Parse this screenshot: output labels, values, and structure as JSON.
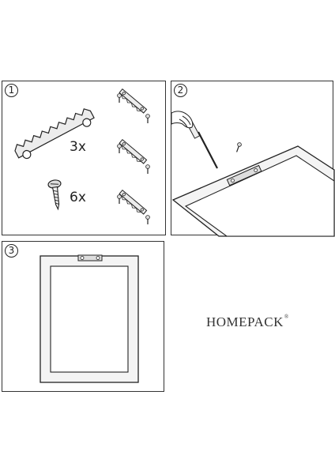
{
  "steps": [
    {
      "number": "1"
    },
    {
      "number": "2"
    },
    {
      "number": "3"
    }
  ],
  "parts": {
    "hanger_qty": "3x",
    "screw_qty": "6x"
  },
  "brand": {
    "name": "HOMEPACK",
    "mark": "®"
  }
}
